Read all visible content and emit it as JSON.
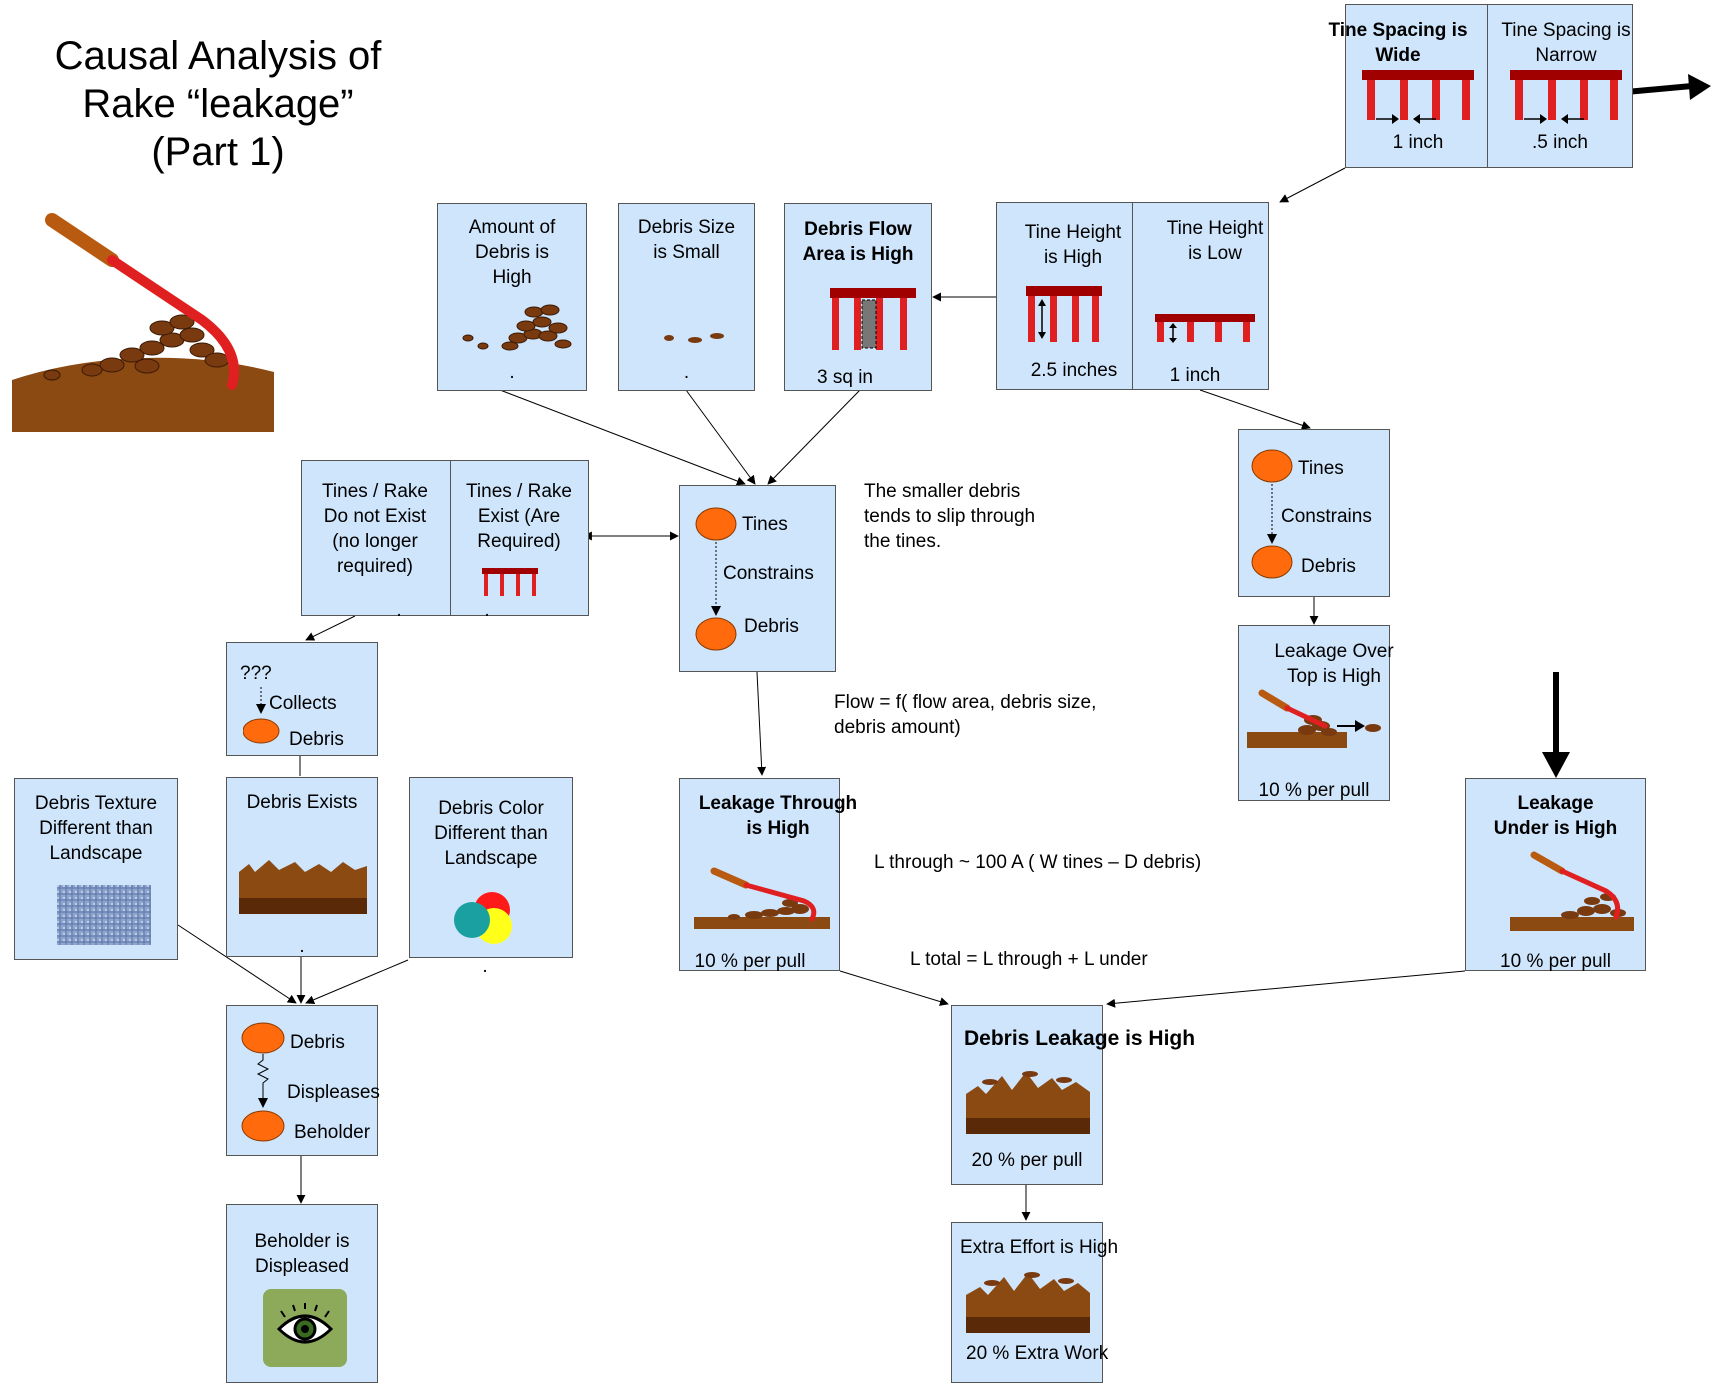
{
  "title": [
    "Causal Analysis of",
    "Rake “leakage”",
    "(Part 1)"
  ],
  "spacing": {
    "wide": {
      "label": [
        "Tine Spacing is",
        "Wide"
      ],
      "value": "1 inch"
    },
    "narrow": {
      "label": [
        "Tine Spacing is",
        "Narrow"
      ],
      "value": ".5 inch"
    }
  },
  "height": {
    "high": {
      "label": [
        "Tine Height",
        "is High"
      ],
      "value": "2.5 inches"
    },
    "low": {
      "label": [
        "Tine Height",
        "is Low"
      ],
      "value": "1 inch"
    }
  },
  "amount": {
    "label": [
      "Amount of",
      "Debris is",
      "High"
    ],
    "value": "."
  },
  "size": {
    "label": [
      "Debris Size",
      "is Small"
    ],
    "value": "."
  },
  "flow": {
    "label": [
      "Debris Flow",
      "Area is High"
    ],
    "value": "3 sq in"
  },
  "tines_main": {
    "top": "Tines",
    "rel": "Constrains",
    "bottom": "Debris"
  },
  "tines_right": {
    "top": "Tines",
    "rel": "Constrains",
    "bottom": "Debris"
  },
  "rake_exist": {
    "not_exist": {
      "label": [
        "Tines / Rake",
        "Do not Exist",
        "(no longer",
        "required)"
      ],
      "value": "."
    },
    "exist": {
      "label": [
        "Tines / Rake",
        "Exist (Are",
        "Required)"
      ],
      "value": "."
    }
  },
  "collects": {
    "top": "???",
    "rel": "Collects",
    "bottom": "Debris"
  },
  "texture": {
    "label": [
      "Debris Texture",
      "Different than",
      "Landscape"
    ]
  },
  "exists": {
    "label": "Debris Exists",
    "value": "."
  },
  "color": {
    "label": [
      "Debris Color",
      "Different than",
      "Landscape"
    ],
    "value": "."
  },
  "displeases": {
    "top": "Debris",
    "rel": "Displeases",
    "bottom": "Beholder"
  },
  "beholder": {
    "label": [
      "Beholder is",
      "Displeased"
    ]
  },
  "over_top": {
    "label": [
      "Leakage Over",
      "Top is High"
    ],
    "value": "10 % per pull"
  },
  "through": {
    "label": [
      "Leakage Through",
      "is High"
    ],
    "value": "10 % per pull"
  },
  "under": {
    "label": [
      "Leakage",
      "Under is High"
    ],
    "value": "10 % per pull"
  },
  "total": {
    "label": "Debris Leakage is High",
    "value": "20 % per pull"
  },
  "effort": {
    "label": "Extra Effort is High",
    "value": "20 % Extra Work"
  },
  "notes": {
    "slip": [
      "The smaller debris",
      "tends to slip through",
      "the tines."
    ],
    "flow_eq": [
      "Flow = f( flow area, debris size,",
      "debris amount)"
    ],
    "l_through": "L through ~ 100 A ( W tines – D debris)",
    "l_total": "L total = L through + L under"
  },
  "colors": {
    "box": "#cfe5fb",
    "node": "#ff6a0d",
    "tine": "#a00000",
    "debris": "#7a3a10",
    "ground": "#8a4a12"
  }
}
